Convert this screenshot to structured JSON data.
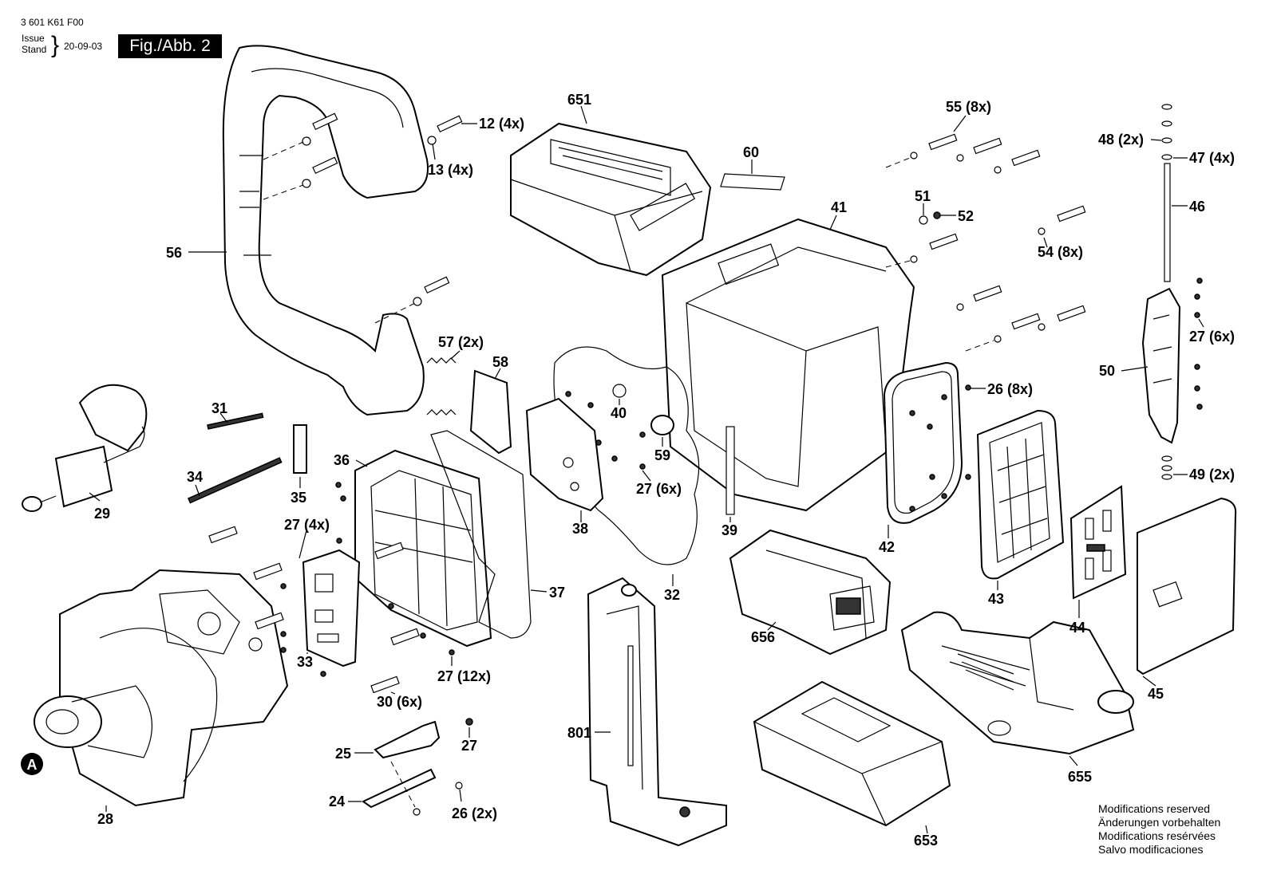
{
  "header": {
    "doc_number": "3 601 K61 F00",
    "issue_label": "Issue",
    "stand_label": "Stand",
    "date": "20-09-03",
    "figure_label": "Fig./Abb. 2"
  },
  "modifications": [
    "Modifications reserved",
    "Änderungen vorbehalten",
    "Modifications resérvées",
    "Salvo modificaciones"
  ],
  "marker": "A",
  "callouts": [
    {
      "id": "c12",
      "text": "12 (4x)"
    },
    {
      "id": "c13",
      "text": "13 (4x)"
    },
    {
      "id": "c56",
      "text": "56"
    },
    {
      "id": "c651",
      "text": "651"
    },
    {
      "id": "c60",
      "text": "60"
    },
    {
      "id": "c41",
      "text": "41"
    },
    {
      "id": "c55",
      "text": "55 (8x)"
    },
    {
      "id": "c51",
      "text": "51"
    },
    {
      "id": "c52",
      "text": "52"
    },
    {
      "id": "c54",
      "text": "54 (8x)"
    },
    {
      "id": "c48",
      "text": "48 (2x)"
    },
    {
      "id": "c47",
      "text": "47 (4x)"
    },
    {
      "id": "c46",
      "text": "46"
    },
    {
      "id": "c27a",
      "text": "27 (6x)"
    },
    {
      "id": "c50",
      "text": "50"
    },
    {
      "id": "c49",
      "text": "49 (2x)"
    },
    {
      "id": "c26a",
      "text": "26 (8x)"
    },
    {
      "id": "c57",
      "text": "57 (2x)"
    },
    {
      "id": "c58",
      "text": "58"
    },
    {
      "id": "c40",
      "text": "40"
    },
    {
      "id": "c59",
      "text": "59"
    },
    {
      "id": "c27b",
      "text": "27 (6x)"
    },
    {
      "id": "c31",
      "text": "31"
    },
    {
      "id": "c36",
      "text": "36"
    },
    {
      "id": "c34",
      "text": "34"
    },
    {
      "id": "c35",
      "text": "35"
    },
    {
      "id": "c29",
      "text": "29"
    },
    {
      "id": "c27c",
      "text": "27 (4x)"
    },
    {
      "id": "c38",
      "text": "38"
    },
    {
      "id": "c39",
      "text": "39"
    },
    {
      "id": "c42",
      "text": "42"
    },
    {
      "id": "c43",
      "text": "43"
    },
    {
      "id": "c44",
      "text": "44"
    },
    {
      "id": "c37",
      "text": "37"
    },
    {
      "id": "c32",
      "text": "32"
    },
    {
      "id": "c656",
      "text": "656"
    },
    {
      "id": "c33",
      "text": "33"
    },
    {
      "id": "c27d",
      "text": "27 (12x)"
    },
    {
      "id": "c30",
      "text": "30 (6x)"
    },
    {
      "id": "c45",
      "text": "45"
    },
    {
      "id": "c801",
      "text": "801"
    },
    {
      "id": "c25",
      "text": "25"
    },
    {
      "id": "c27e",
      "text": "27"
    },
    {
      "id": "c24",
      "text": "24"
    },
    {
      "id": "c26b",
      "text": "26 (2x)"
    },
    {
      "id": "c28",
      "text": "28"
    },
    {
      "id": "c655",
      "text": "655"
    },
    {
      "id": "c653",
      "text": "653"
    }
  ]
}
